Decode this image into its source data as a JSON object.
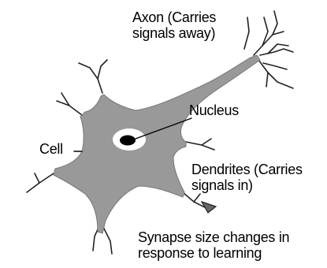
{
  "labels": {
    "axon": [
      "Axon (Carries",
      "signals away)"
    ],
    "nucleus": "Nucleus",
    "cell": "Cell",
    "dendrites": [
      "Dendrites (Carries",
      "signals in)"
    ],
    "synapse": [
      "Synapse size changes in",
      "response to learning"
    ]
  },
  "colors": {
    "cell_body": "#999999",
    "branch": "#222222",
    "nucleus_halo": "#ffffff",
    "nucleus_core": "#000000",
    "text": "#000000",
    "background": "#ffffff"
  }
}
